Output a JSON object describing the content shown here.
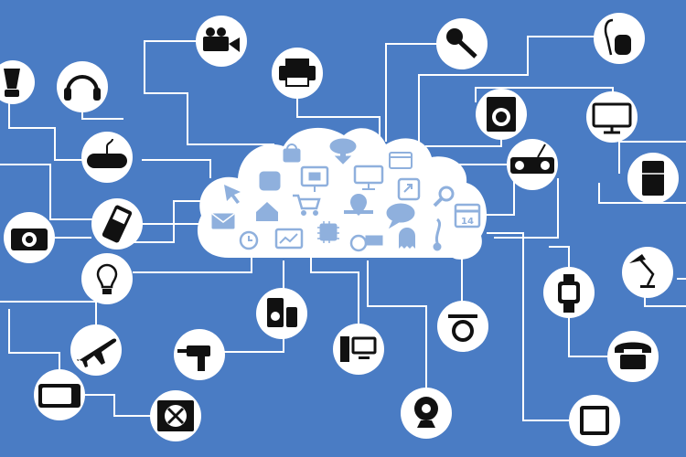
{
  "diagram": {
    "background_color": "#4a7cc4",
    "line_color": "#ffffff",
    "node_fill": "#ffffff",
    "icon_color": "#111111",
    "cloud_icon_color": "#8fb0dd",
    "cloud_calendar_text": "14",
    "devices": [
      {
        "id": "blender",
        "icon": "blender-icon"
      },
      {
        "id": "headphones",
        "icon": "headphones-icon"
      },
      {
        "id": "video-camera",
        "icon": "video-camera-icon"
      },
      {
        "id": "printer",
        "icon": "printer-icon"
      },
      {
        "id": "microphone",
        "icon": "microphone-icon"
      },
      {
        "id": "vacuum",
        "icon": "vacuum-cleaner-icon"
      },
      {
        "id": "washer",
        "icon": "washing-machine-icon"
      },
      {
        "id": "tv",
        "icon": "tv-monitor-icon"
      },
      {
        "id": "gamepad",
        "icon": "gamepad-icon"
      },
      {
        "id": "radio",
        "icon": "boombox-icon"
      },
      {
        "id": "fridge",
        "icon": "fridge-icon"
      },
      {
        "id": "mobile",
        "icon": "mobile-phone-icon"
      },
      {
        "id": "camera",
        "icon": "camera-icon"
      },
      {
        "id": "lamp",
        "icon": "desk-lamp-icon"
      },
      {
        "id": "bulb",
        "icon": "light-bulb-icon"
      },
      {
        "id": "speaker",
        "icon": "speaker-icon"
      },
      {
        "id": "scale",
        "icon": "kitchen-scale-icon"
      },
      {
        "id": "watch",
        "icon": "smartwatch-icon"
      },
      {
        "id": "airplane",
        "icon": "airplane-icon"
      },
      {
        "id": "drill",
        "icon": "power-drill-icon"
      },
      {
        "id": "computer",
        "icon": "desktop-computer-icon"
      },
      {
        "id": "telephone",
        "icon": "telephone-icon"
      },
      {
        "id": "retro-tv",
        "icon": "retro-tv-icon"
      },
      {
        "id": "fan",
        "icon": "air-conditioner-icon"
      },
      {
        "id": "webcam",
        "icon": "webcam-icon"
      },
      {
        "id": "tablet",
        "icon": "tablet-icon"
      }
    ]
  }
}
